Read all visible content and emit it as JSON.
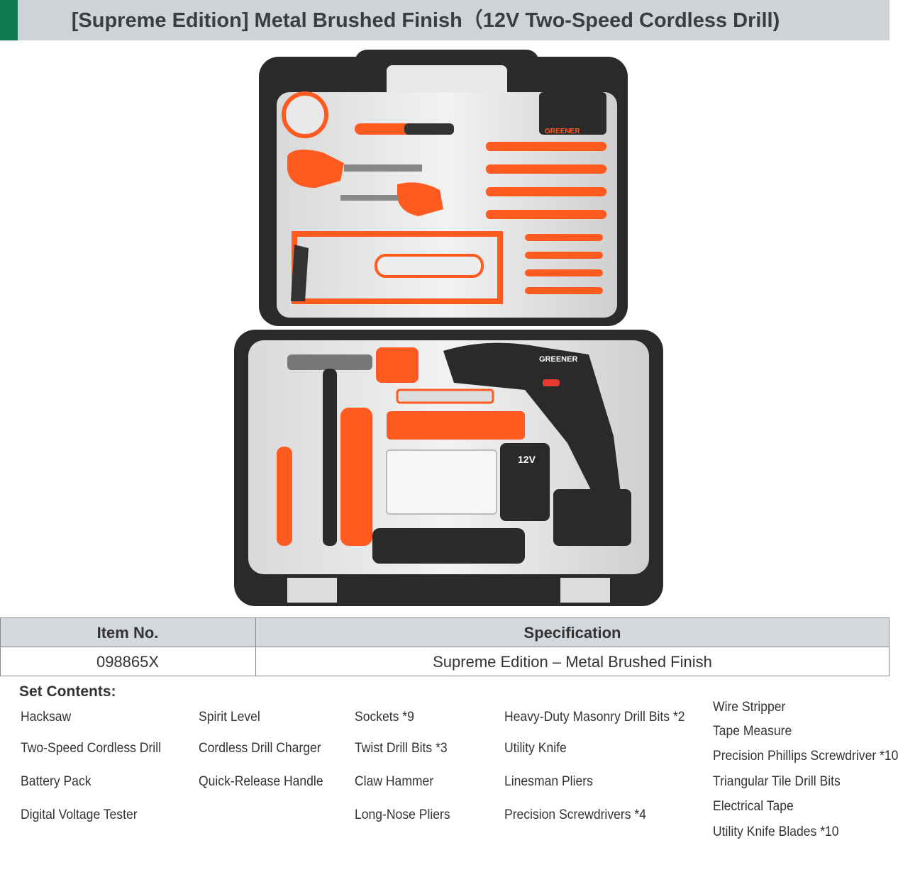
{
  "header": {
    "title": "[Supreme Edition] Metal Brushed Finish（12V Two-Speed Cordless Drill)",
    "accent_color": "#0e7a4f",
    "background_color": "#cfd3d8"
  },
  "product_image": {
    "case_logo": "GREENER",
    "battery_label": "12V"
  },
  "spec_table": {
    "headers": {
      "item_no": "Item No.",
      "specification": "Specification"
    },
    "row": {
      "item_no": "098865X",
      "specification": "Supreme Edition – Metal Brushed Finish"
    }
  },
  "contents": {
    "title": "Set Contents:",
    "columns": [
      [
        "Hacksaw",
        "Two-Speed Cordless Drill",
        "Battery Pack",
        "Digital Voltage Tester"
      ],
      [
        "Spirit Level",
        "Cordless Drill Charger",
        "Quick-Release Handle"
      ],
      [
        "Sockets *9",
        "Twist Drill Bits *3",
        "Claw Hammer",
        "Long-Nose Pliers"
      ],
      [
        "Heavy-Duty Masonry Drill Bits *2",
        "Utility Knife",
        "Linesman Pliers",
        "Precision Screwdrivers *4"
      ],
      [
        "Wire Stripper",
        "Tape Measure",
        "Precision Phillips Screwdriver *10",
        "Triangular Tile Drill Bits",
        "Electrical Tape",
        "Utility Knife Blades *10"
      ]
    ]
  },
  "colors": {
    "tool_orange": "#ff5a1f",
    "case_black": "#2a2a2a",
    "table_header": "#d4d8dd"
  }
}
